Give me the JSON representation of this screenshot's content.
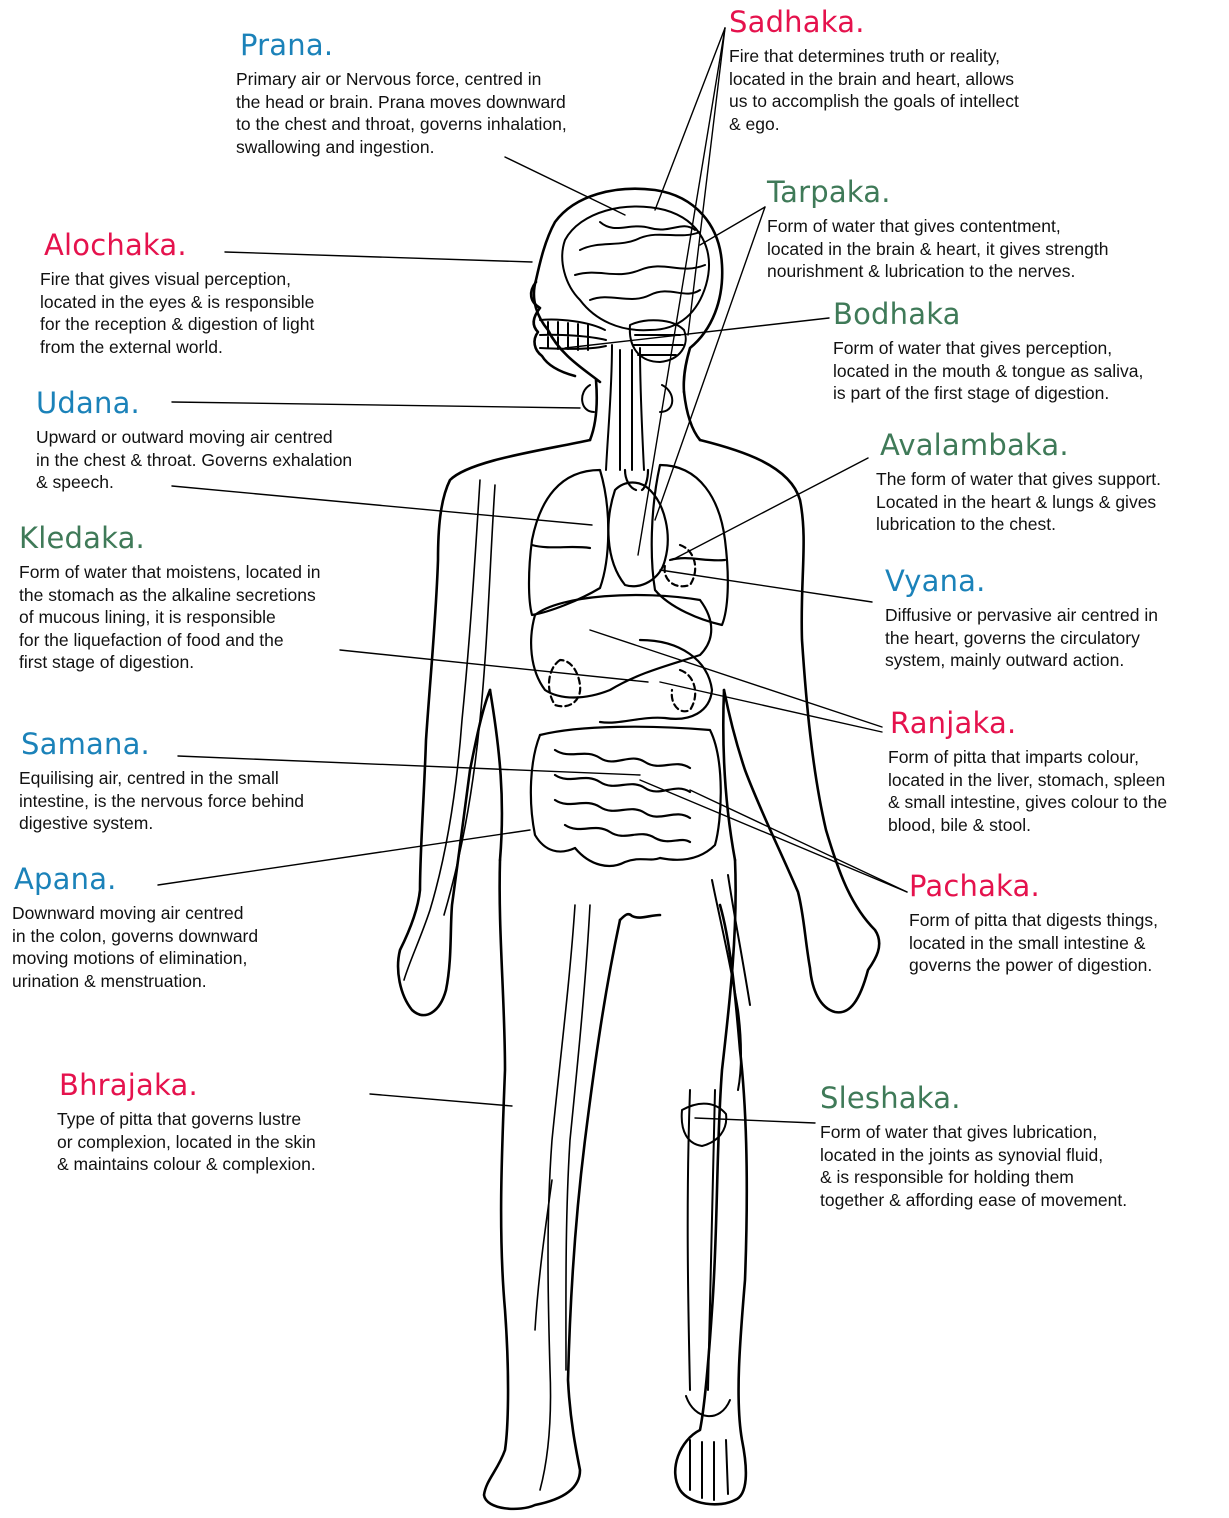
{
  "colors": {
    "air": "#1b82b9",
    "water": "#3f7a58",
    "fire": "#e5124d",
    "lines": "#000000"
  },
  "figure": {
    "icon": "human-anatomy-outline-icon"
  },
  "labels": {
    "prana": {
      "title": "Prana.",
      "description": "Primary air or Nervous force, centred in\nthe head or brain. Prana moves downward\nto the chest and throat, governs inhalation,\nswallowing and ingestion."
    },
    "sadhaka": {
      "title": "Sadhaka.",
      "description": "Fire that determines truth or reality,\nlocated in the brain and heart, allows\nus to accomplish the goals of intellect\n& ego."
    },
    "tarpaka": {
      "title": "Tarpaka.",
      "description": "Form of water that gives contentment,\nlocated in the brain & heart, it gives strength\nnourishment & lubrication to the nerves."
    },
    "alochaka": {
      "title": "Alochaka.",
      "description": "Fire that gives visual perception,\nlocated in the eyes & is responsible\nfor the reception & digestion of light\nfrom the external world."
    },
    "bodhaka": {
      "title": "Bodhaka",
      "description": "Form of water that gives perception,\nlocated in the mouth & tongue as saliva,\nis part of the first stage of digestion."
    },
    "udana": {
      "title": "Udana.",
      "description": "Upward or outward moving air centred\nin the chest & throat. Governs exhalation\n& speech."
    },
    "avalambaka": {
      "title": "Avalambaka.",
      "description": "The form of water that gives support.\nLocated in the heart & lungs & gives\nlubrication to the chest."
    },
    "kledaka": {
      "title": "Kledaka.",
      "description": "Form of water that moistens, located in\nthe stomach as the alkaline secretions\nof mucous lining, it is responsible\nfor the liquefaction of food and the\nfirst stage of digestion."
    },
    "vyana": {
      "title": "Vyana.",
      "description": "Diffusive or pervasive air centred in\nthe heart, governs the circulatory\nsystem, mainly outward action."
    },
    "ranjaka": {
      "title": "Ranjaka.",
      "description": "Form of pitta that imparts colour,\nlocated in the liver, stomach, spleen\n& small intestine, gives colour to the\nblood, bile & stool."
    },
    "samana": {
      "title": "Samana.",
      "description": "Equilising air, centred in the small\nintestine, is the nervous force behind\ndigestive system."
    },
    "apana": {
      "title": "Apana.",
      "description": "Downward moving air centred\nin the colon, governs downward\nmoving motions of elimination,\nurination & menstruation."
    },
    "pachaka": {
      "title": "Pachaka.",
      "description": "Form of pitta that digests things,\nlocated in the small intestine &\ngoverns the power of digestion."
    },
    "bhrajaka": {
      "title": "Bhrajaka.",
      "description": "Type of pitta that governs lustre\nor complexion, located in the skin\n& maintains colour & complexion."
    },
    "sleshaka": {
      "title": "Sleshaka.",
      "description": "Form of water that gives lubrication,\nlocated in the joints as synovial fluid,\n& is responsible for holding them\ntogether & affording ease of movement."
    }
  }
}
